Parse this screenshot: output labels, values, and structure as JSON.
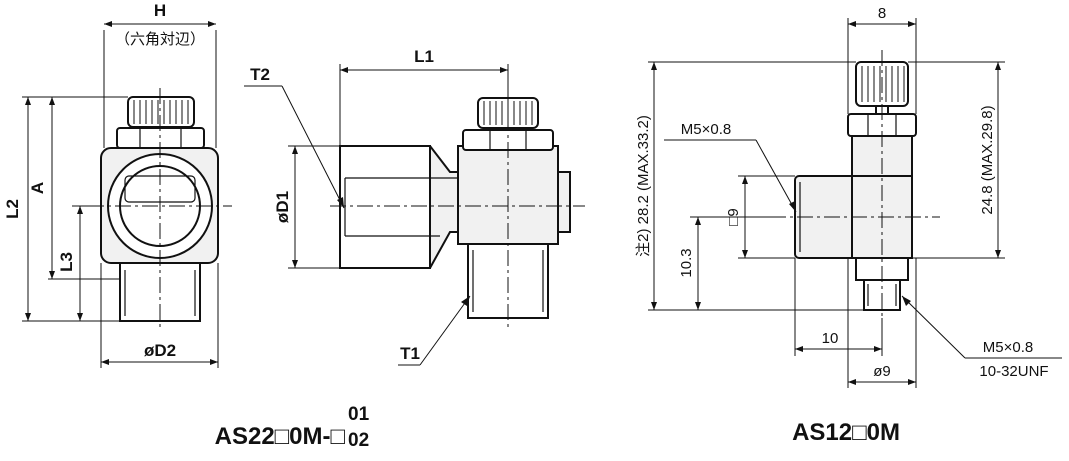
{
  "left_part": {
    "caption_main": "AS22□0M-□",
    "caption_top": "01",
    "caption_bottom": "02",
    "dims": {
      "H": "H",
      "hex_note": "（六角対辺）",
      "L2": "L2",
      "A": "A",
      "L3": "L3",
      "D2": "øD2",
      "L1": "L1",
      "T2": "T2",
      "D1": "øD1",
      "T1": "T1"
    }
  },
  "right_part": {
    "caption": "AS12□0M",
    "dims": {
      "width_top": "8",
      "overall_height": "28.2 (MAX.33.2)",
      "note_prefix": "注2)",
      "height_right": "24.8 (MAX.29.8)",
      "thread_top": "M5×0.8",
      "square": "□9",
      "port_height": "10.3",
      "port_depth": "10",
      "thread_bottom_1": "M5×0.8",
      "thread_bottom_2": "10-32UNF",
      "diameter": "ø9"
    }
  }
}
